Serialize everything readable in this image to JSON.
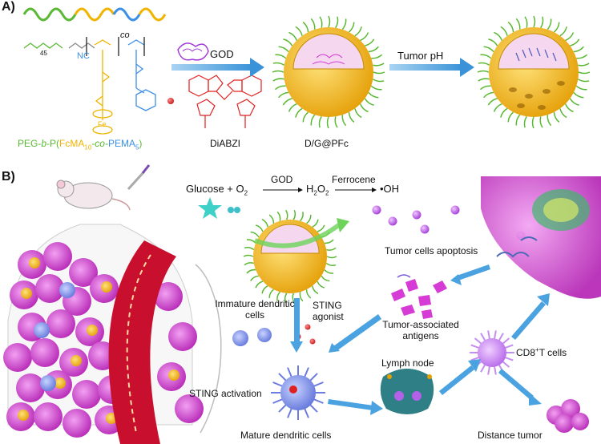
{
  "panelA": {
    "label": "A)",
    "polymer_name": {
      "peg": "PEG-",
      "b": "b",
      "p": "-P(",
      "fc": "FcMA",
      "fc_sub": "10",
      "co": "-co-",
      "pema": "PEMA",
      "pema_sub": "5",
      "close": ")"
    },
    "struct_fe": "Fe",
    "struct_co": "co",
    "struct_nc": "NC",
    "struct_sub": "45",
    "god_label": "GOD",
    "diabzi_label": "DiABZI",
    "np_label": "D/G@PFc",
    "tumor_ph_label": "Tumor pH"
  },
  "panelB": {
    "label": "B)",
    "reaction": {
      "glucose": "Glucose + O",
      "o2_sub": "2",
      "god": "GOD",
      "h2o2_a": "H",
      "h2o2_sub1": "2",
      "h2o2_b": "O",
      "h2o2_sub2": "2",
      "ferrocene": "Ferrocene",
      "oh": "•OH"
    },
    "apoptosis": "Tumor cells apoptosis",
    "immature_dc": "Immature dendritic cells",
    "sting_agonist": "STING agonist",
    "tumor_antigens": "Tumor-associated antigens",
    "cd8": "CD8",
    "cd8_sup": "+",
    "cd8_rest": "T cells",
    "sting_activation": "STING activation",
    "lymph_node": "Lymph node",
    "mature_dc": "Mature dendritic cells",
    "distance_tumor": "Distance tumor"
  },
  "colors": {
    "arrow_blue": "#4aa3e0",
    "nanoparticle_gold": "#f5b914",
    "peg_green": "#5ab833",
    "tumor_magenta": "#d63bd6",
    "vessel_red": "#c8102e"
  }
}
